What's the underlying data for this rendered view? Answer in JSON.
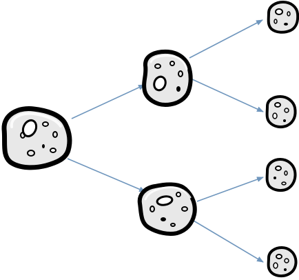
{
  "diagram": {
    "kind": "binary-branching-tree",
    "node_icon": "asteroid-icon",
    "edge_style": "arrow",
    "colors": {
      "background": "#ffffff",
      "rock_fill": "#e8e8e8",
      "rock_outline": "#000000",
      "arrow": "#6f96bd"
    },
    "levels": [
      {
        "level": 0,
        "node_count": 1
      },
      {
        "level": 1,
        "node_count": 2
      },
      {
        "level": 2,
        "node_count": 4
      }
    ]
  }
}
